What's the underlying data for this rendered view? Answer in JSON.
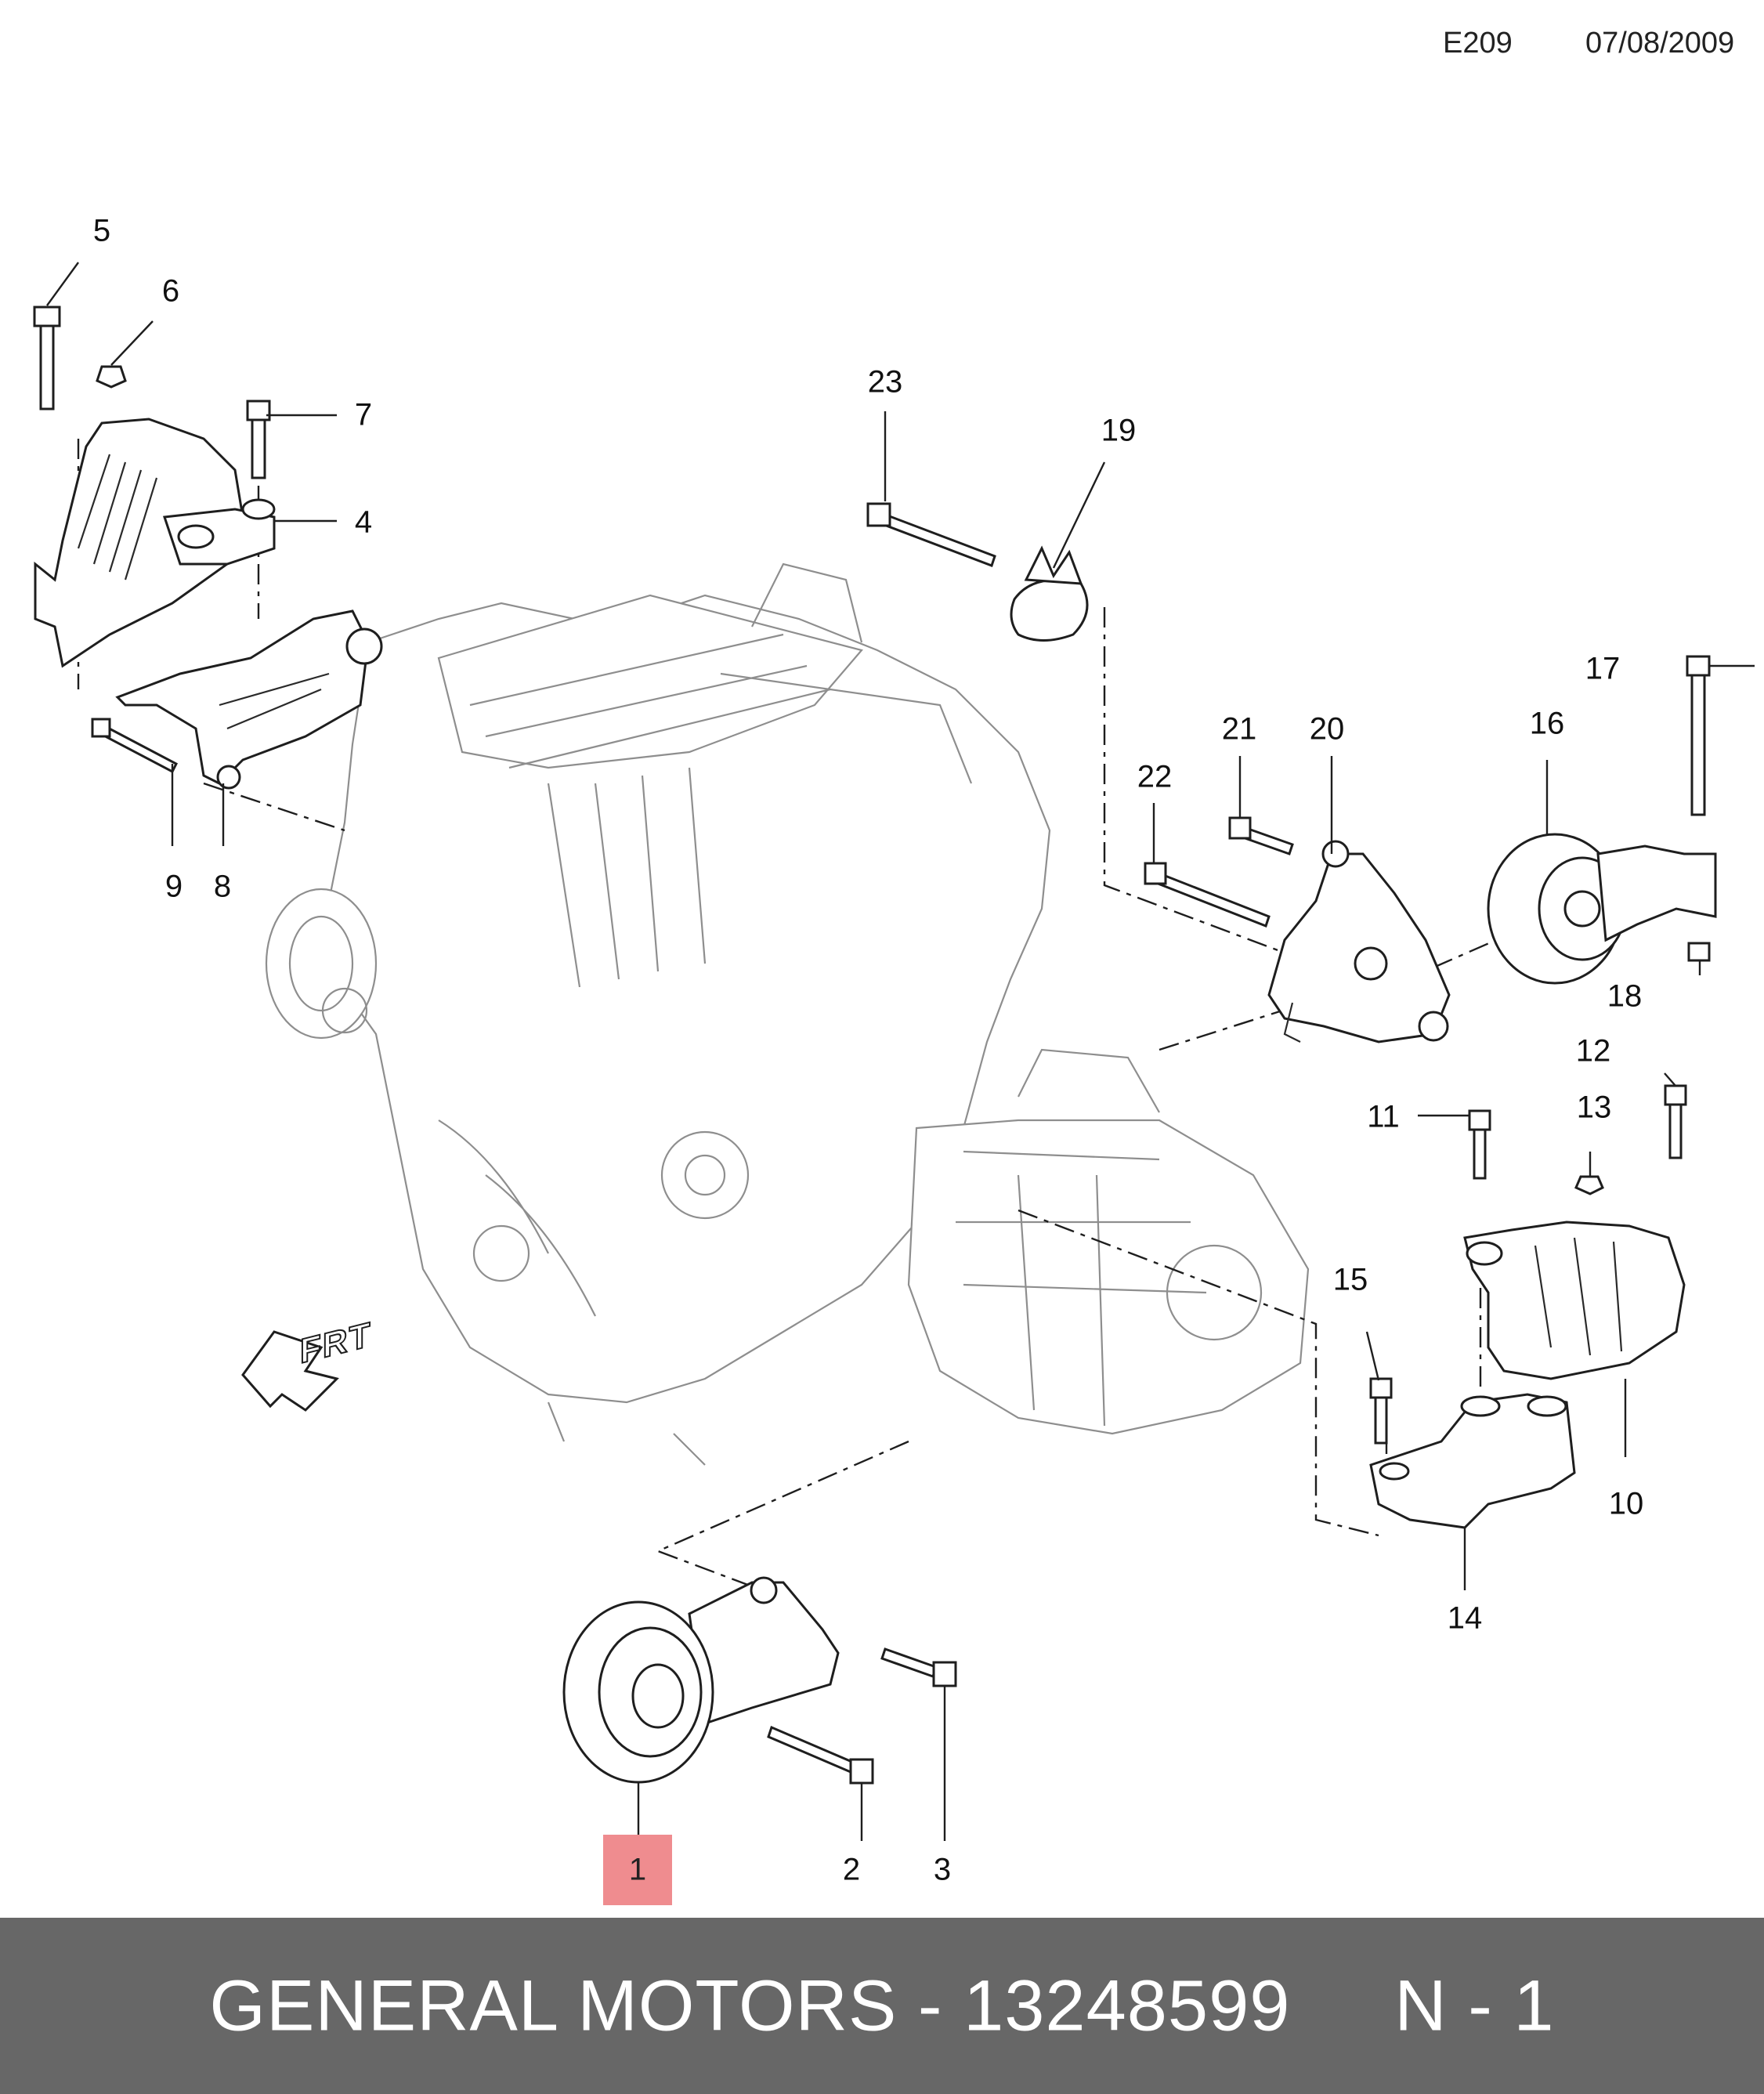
{
  "header": {
    "code": "E209",
    "date": "07/08/2009"
  },
  "callouts": [
    {
      "id": "5",
      "label": "5"
    },
    {
      "id": "6",
      "label": "6"
    },
    {
      "id": "7",
      "label": "7"
    },
    {
      "id": "4",
      "label": "4"
    },
    {
      "id": "9",
      "label": "9"
    },
    {
      "id": "8",
      "label": "8"
    },
    {
      "id": "23",
      "label": "23"
    },
    {
      "id": "19",
      "label": "19"
    },
    {
      "id": "17",
      "label": "17"
    },
    {
      "id": "16",
      "label": "16"
    },
    {
      "id": "21",
      "label": "21"
    },
    {
      "id": "20",
      "label": "20"
    },
    {
      "id": "22",
      "label": "22"
    },
    {
      "id": "18",
      "label": "18"
    },
    {
      "id": "12",
      "label": "12"
    },
    {
      "id": "11",
      "label": "11"
    },
    {
      "id": "13",
      "label": "13"
    },
    {
      "id": "15",
      "label": "15"
    },
    {
      "id": "10",
      "label": "10"
    },
    {
      "id": "14",
      "label": "14"
    },
    {
      "id": "2",
      "label": "2"
    },
    {
      "id": "3",
      "label": "3"
    }
  ],
  "highlighted_part": {
    "label": "1",
    "color": "#ef8c8f"
  },
  "front_indicator": {
    "label": "FRT",
    "icon": "front-arrow-icon"
  },
  "banner": {
    "text": "GENERAL MOTORS - 13248599     N - 1",
    "color": "#676767"
  }
}
